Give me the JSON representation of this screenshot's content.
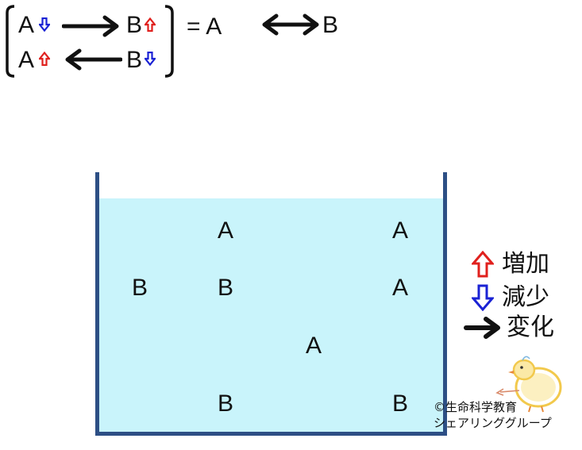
{
  "equation": {
    "row1": {
      "left": "A",
      "right": "B"
    },
    "row2": {
      "left": "A",
      "right": "B"
    },
    "result": {
      "lhs": "= A",
      "rhs": "B"
    }
  },
  "beaker": {
    "molecules": [
      {
        "label": "A"
      },
      {
        "label": "A"
      },
      {
        "label": "B"
      },
      {
        "label": "B"
      },
      {
        "label": "A"
      },
      {
        "label": "A"
      },
      {
        "label": "B"
      },
      {
        "label": "B"
      }
    ]
  },
  "legend": {
    "increase": {
      "label": "増加",
      "icon": "hollow-up-arrow-icon"
    },
    "decrease": {
      "label": "減少",
      "icon": "hollow-down-arrow-icon"
    },
    "change": {
      "label": "変化",
      "icon": "bold-right-arrow-icon"
    }
  },
  "credit": {
    "line1": "©生命科学教育",
    "line2": "シェアリンググループ"
  },
  "colors": {
    "increase": "#e0201d",
    "decrease": "#1a22d4",
    "arrow": "#111111",
    "water": "#c9f4fb",
    "beaker": "#2d4f85"
  }
}
